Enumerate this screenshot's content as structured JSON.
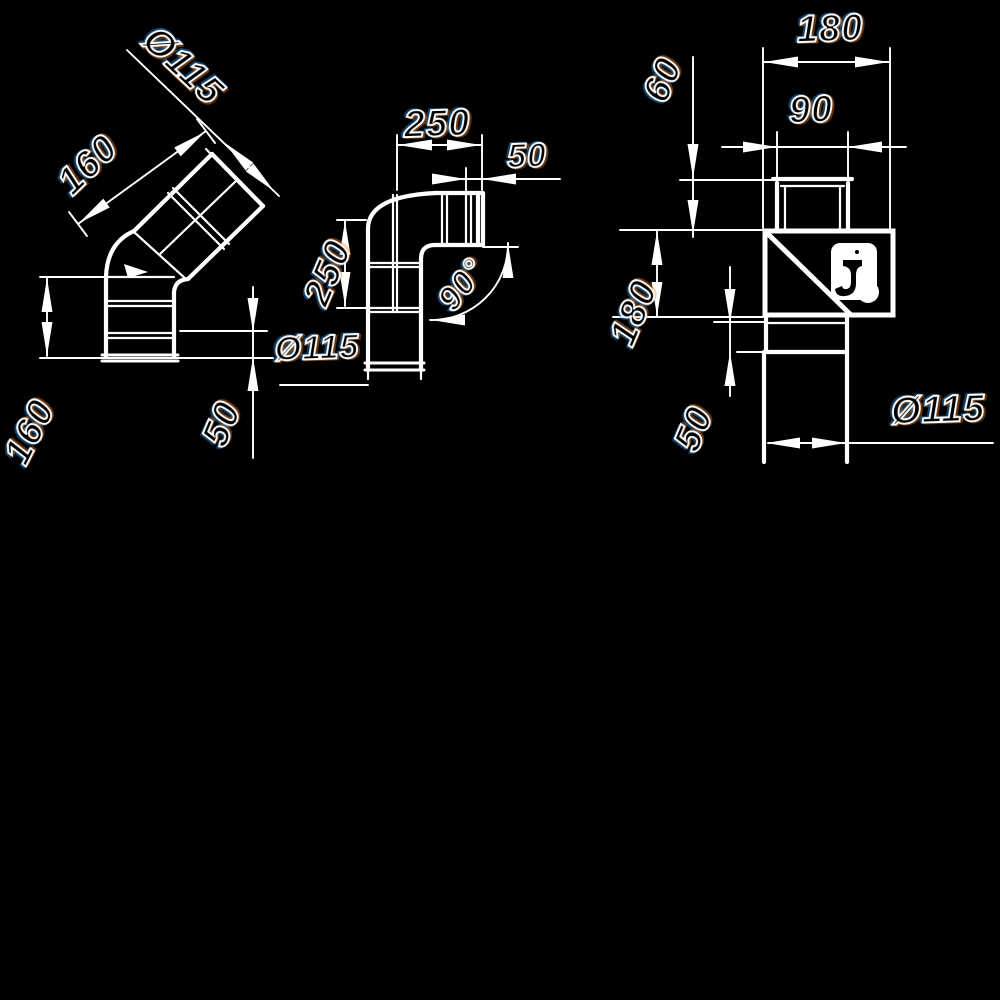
{
  "drawing": {
    "background_color": "#000000",
    "line_color": "#ffffff",
    "kind": "duct-elbow-technical-drawing"
  },
  "views": {
    "left": {
      "name": "45-degree elbow",
      "dims": {
        "diameter": "Ø115",
        "incline_length": "160",
        "vertical_length": "160",
        "collar": "50"
      }
    },
    "middle": {
      "name": "90-degree elbow",
      "dims": {
        "top_width": "250",
        "end_collar": "50",
        "side_height": "250",
        "angle": "90°",
        "diameter": "Ø115"
      }
    },
    "right": {
      "name": "elbow-with-damper-box",
      "dims": {
        "top_width": "180",
        "spigot_width": "90",
        "spigot_height": "60",
        "body_height": "180",
        "collar": "50",
        "diameter": "Ø115"
      }
    }
  }
}
